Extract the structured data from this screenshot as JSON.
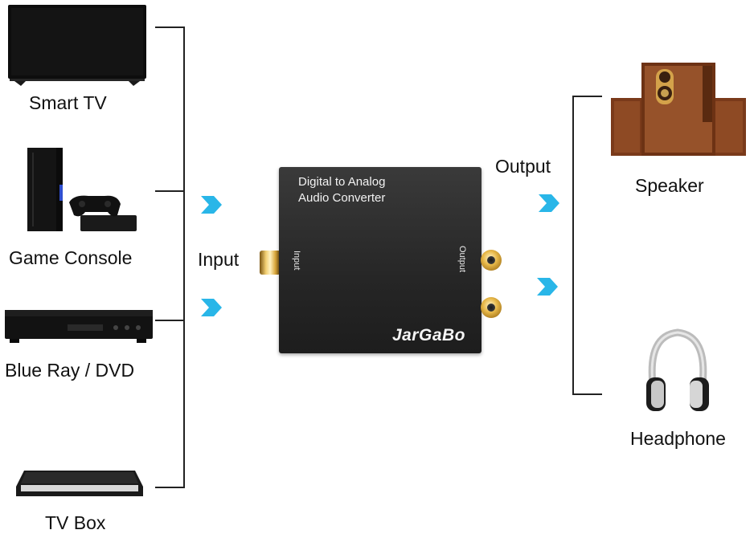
{
  "input_devices": [
    {
      "label": "Smart TV",
      "icon": "smart-tv-icon"
    },
    {
      "label": "Game Console",
      "icon": "game-console-icon"
    },
    {
      "label": "Blue Ray / DVD",
      "icon": "bluray-player-icon"
    },
    {
      "label": "TV Box",
      "icon": "tv-box-icon"
    }
  ],
  "output_devices": [
    {
      "label": "Speaker",
      "icon": "speaker-icon"
    },
    {
      "label": "Headphone",
      "icon": "headphone-icon"
    }
  ],
  "connections": {
    "input_label": "Input",
    "output_label": "Output"
  },
  "converter": {
    "title_line1": "Digital to Analog",
    "title_line2": "Audio Converter",
    "brand": "JarGaBo",
    "input_port_label": "Input",
    "output_port_label": "Output"
  },
  "colors": {
    "arrow": "#29b6e8",
    "converter_body": "#2a2a2a",
    "rca_gold": "#e8b94a"
  }
}
